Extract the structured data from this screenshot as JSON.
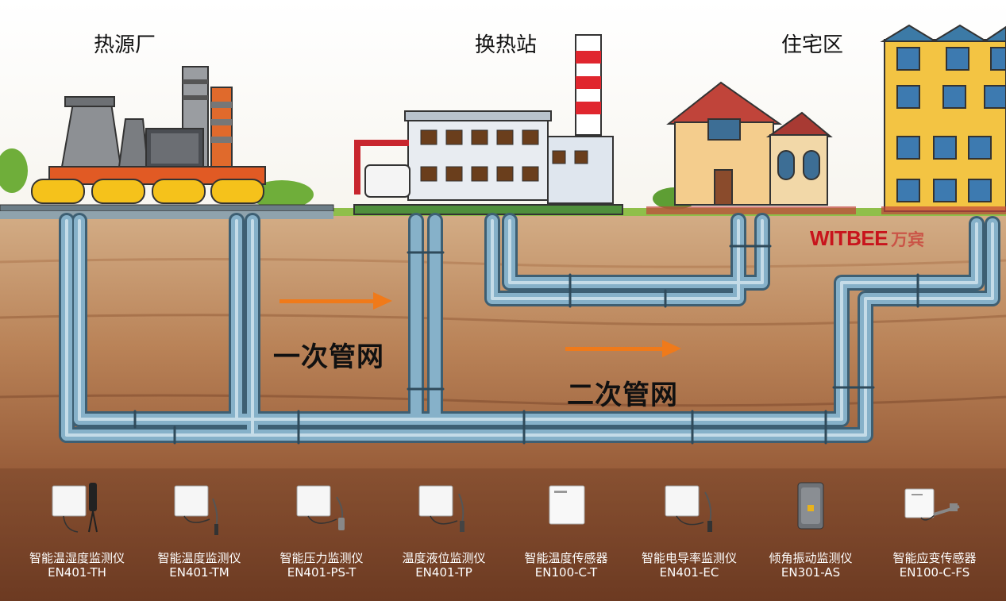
{
  "sites": {
    "heat_plant": "热源厂",
    "exchange_station": "换热站",
    "residential": "住宅区"
  },
  "networks": {
    "primary": "一次管网",
    "secondary": "二次管网"
  },
  "brand": {
    "en": "WITBEE",
    "zh": "万宾",
    "color": "#c8141c"
  },
  "colors": {
    "pipe": "#7fa8bf",
    "pipe_dark": "#3d5f73",
    "arrow": "#f07a1a",
    "soil_top": "#c9a17a",
    "soil_bottom": "#7a4528"
  },
  "products": [
    {
      "name": "智能温湿度监测仪",
      "model": "EN401-TH",
      "icon": "humidity-probe-sensor-icon"
    },
    {
      "name": "智能温度监测仪",
      "model": "EN401-TM",
      "icon": "temperature-probe-sensor-icon"
    },
    {
      "name": "智能压力监测仪",
      "model": "EN401-PS-T",
      "icon": "pressure-sensor-icon"
    },
    {
      "name": "温度液位监测仪",
      "model": "EN401-TP",
      "icon": "level-sensor-icon"
    },
    {
      "name": "智能温度传感器",
      "model": "EN100-C-T",
      "icon": "flat-temperature-sensor-icon"
    },
    {
      "name": "智能电导率监测仪",
      "model": "EN401-EC",
      "icon": "conductivity-sensor-icon"
    },
    {
      "name": "倾角振动监测仪",
      "model": "EN301-AS",
      "icon": "tilt-vibration-sensor-icon"
    },
    {
      "name": "智能应变传感器",
      "model": "EN100-C-FS",
      "icon": "strain-sensor-icon"
    }
  ]
}
